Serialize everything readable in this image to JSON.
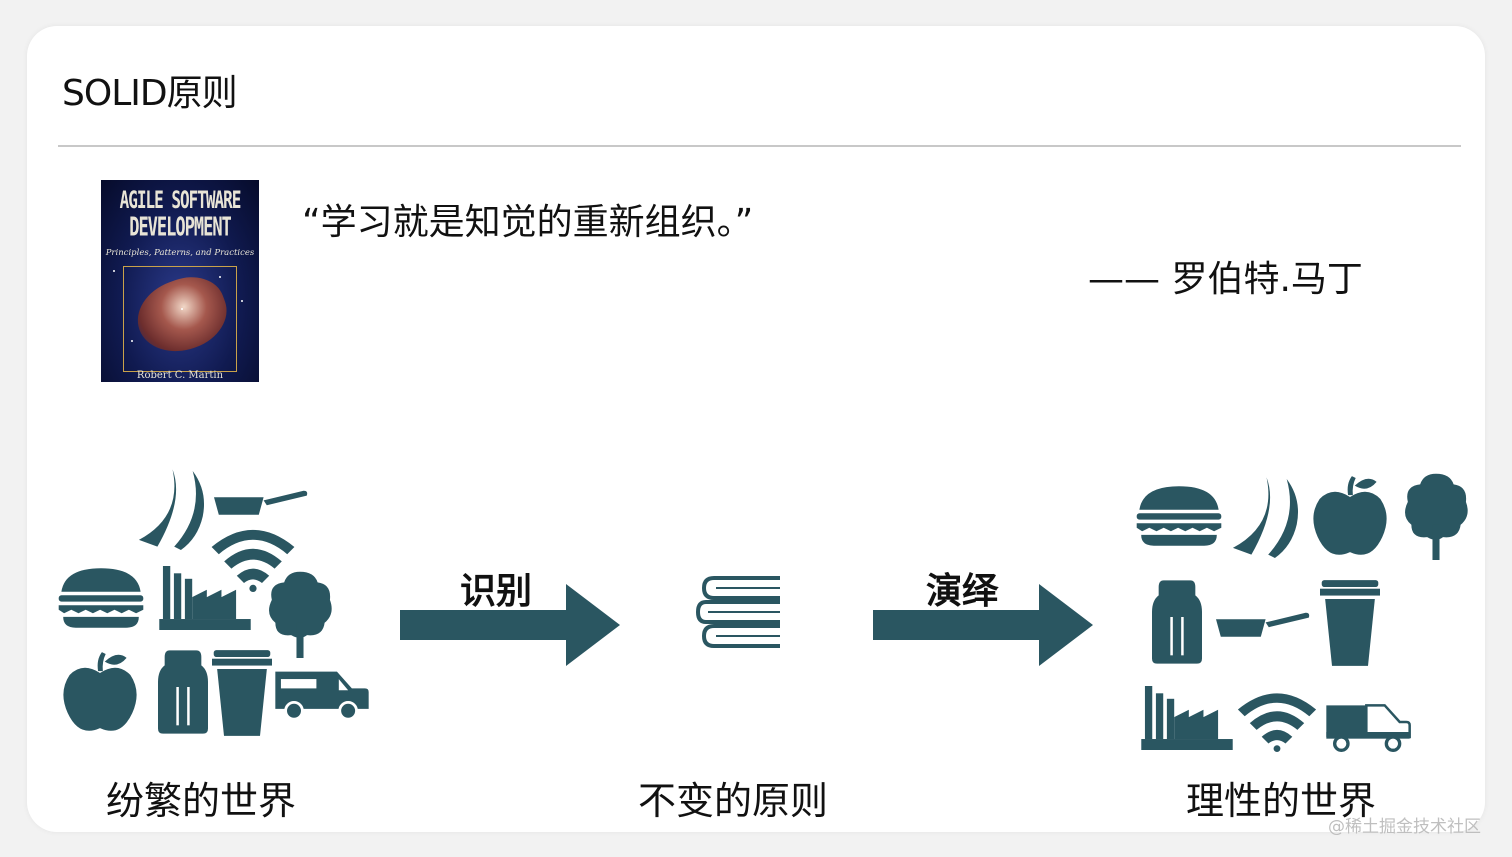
{
  "slide": {
    "title": "SOLID原则",
    "book": {
      "title_line1": "AGILE SOFTWARE",
      "title_line2": "DEVELOPMENT",
      "subtitle": "Principles, Patterns, and Practices",
      "author": "Robert C. Martin"
    },
    "quote": "“学习就是知觉的重新组织。”",
    "attribution": "—— 罗伯特.马丁",
    "steps": {
      "identify_label": "识别",
      "deduce_label": "演绎"
    },
    "captions": {
      "left": "纷繁的世界",
      "middle": "不变的原则",
      "right": "理性的世界"
    }
  },
  "colors": {
    "icon_teal": "#2a5661",
    "text": "#111111"
  },
  "icons_left": [
    "banana-icon",
    "frying-pan-icon",
    "wifi-icon",
    "burger-icon",
    "factory-icon",
    "tree-icon",
    "apple-icon",
    "salt-shaker-icon",
    "coffee-cup-icon",
    "food-truck-icon"
  ],
  "icons_right": [
    "burger-icon",
    "banana-icon",
    "apple-icon",
    "tree-icon",
    "salt-shaker-icon",
    "frying-pan-icon",
    "coffee-cup-icon",
    "factory-icon",
    "wifi-icon",
    "food-truck-icon"
  ],
  "watermark": "@稀土掘金技术社区"
}
